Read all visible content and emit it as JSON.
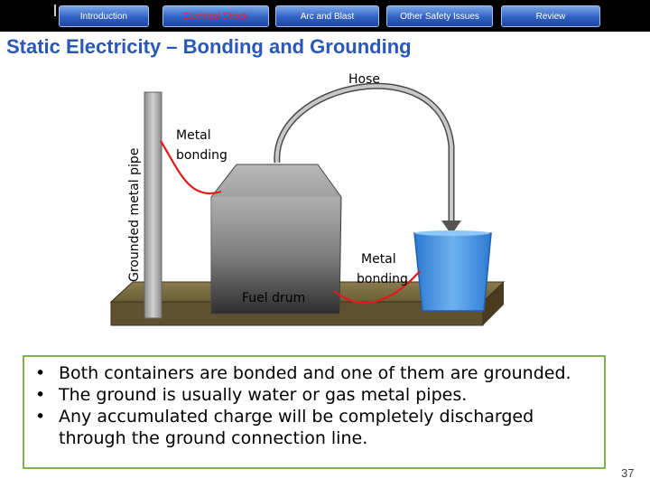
{
  "nav": {
    "tabs": [
      {
        "label": "Introduction",
        "active": false
      },
      {
        "label": "Electrical Shock",
        "active": true
      },
      {
        "label": "Arc and Blast",
        "active": false
      },
      {
        "label": "Other Safety Issues",
        "active": false
      },
      {
        "label": "Review",
        "active": false
      }
    ]
  },
  "slide": {
    "title": "Static Electricity – Bonding and Grounding",
    "page_number": "37"
  },
  "diagram": {
    "hose_label": "Hose",
    "pipe_label": "Grounded metal pipe",
    "bonding_label_1_line1": "Metal",
    "bonding_label_1_line2": "bonding",
    "bonding_label_2_line1": "Metal",
    "bonding_label_2_line2": "bonding",
    "drum_label": "Fuel drum"
  },
  "bullets": [
    "Both containers are bonded and one of them are grounded.",
    "The ground is usually water or gas metal pipes.",
    "Any accumulated charge will be completely discharged through the ground connection line."
  ],
  "colors": {
    "title": "#2a57b8",
    "active_tab_text": "#d8262b",
    "bullet_border": "#7fb24d",
    "bonding_wire": "#e01b1b",
    "bucket": "#3a8ee0",
    "platform": "#5a4a2a"
  }
}
